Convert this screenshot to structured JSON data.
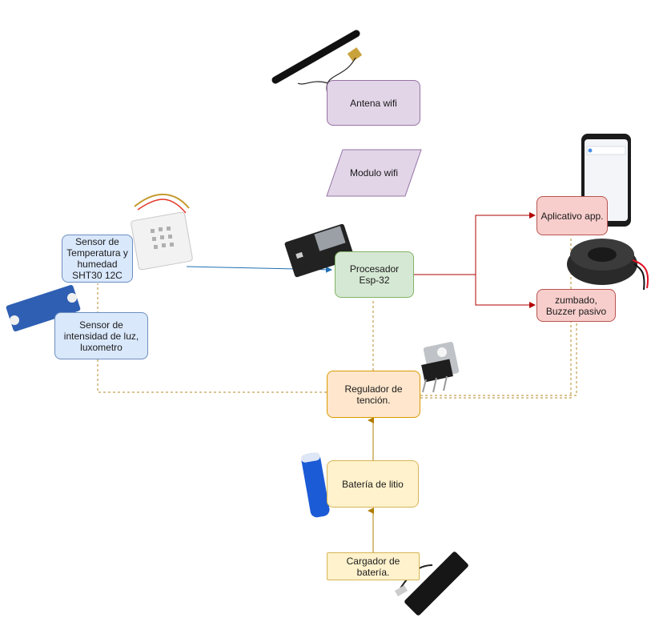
{
  "nodes": {
    "antena": "Antena wifi",
    "modulo": "Modulo wifi",
    "procesador": "Procesador\nEsp-32",
    "aplicativo": "Aplicativo app.",
    "buzzer": "zumbado, Buzzer pasivo",
    "sensor_temp": "Sensor de Temperatura y humedad SHT30 12C",
    "sensor_luz": "Sensor de intensidad de luz, luxometro",
    "regulador": "Regulador de tención.",
    "bateria": "Batería de litio",
    "cargador": "Cargador de batería."
  },
  "colors": {
    "purple_fill": "#e1d5e7",
    "green_fill": "#d5e8d4",
    "red_fill": "#f8cecc",
    "orange_fill": "#ffe6cc",
    "yellow_fill": "#fff2cc",
    "blue_fill": "#dae8fc",
    "red_edge": "#b20000",
    "orange_edge": "#b07c00",
    "blue_edge": "#1f6fb2",
    "dashed_edge": "#b58a2a"
  },
  "images": [
    "wifi-antenna",
    "esp32-board",
    "sht30-sensor",
    "light-sensor-board",
    "smartphone",
    "buzzer",
    "voltage-regulator",
    "lithium-battery",
    "battery-charger"
  ]
}
